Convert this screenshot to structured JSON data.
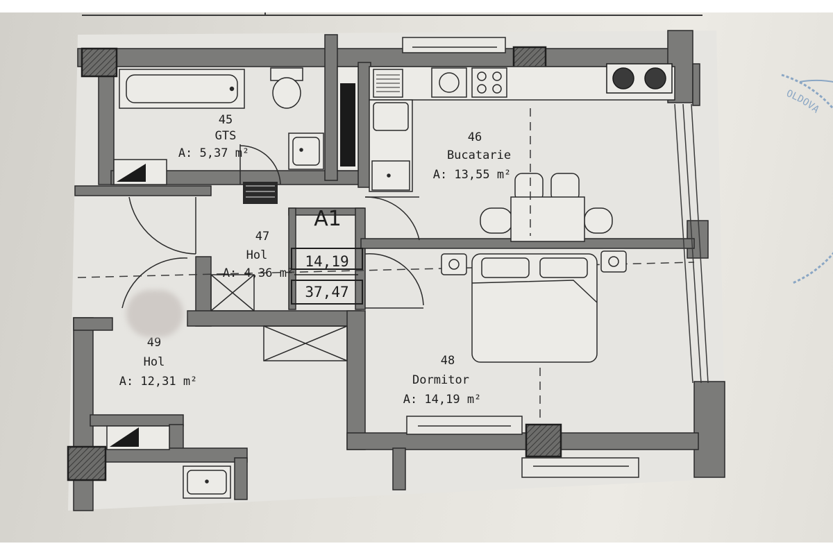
{
  "colors": {
    "wall": "#7b7b79",
    "wall_stroke": "#2a2a2a",
    "floor": "#e6e5e1",
    "ink": "#1d1d1d",
    "stamp": "#8aa6c4"
  },
  "apartment": {
    "code": "A1",
    "area_living": "14,19",
    "area_total": "37,47"
  },
  "rooms": [
    {
      "id": "45",
      "number": "45",
      "name": "GTS",
      "area": "A: 5,37 m²"
    },
    {
      "id": "46",
      "number": "46",
      "name": "Bucatarie",
      "area": "A: 13,55 m²"
    },
    {
      "id": "47",
      "number": "47",
      "name": "Hol",
      "area": "A: 4,36 m²"
    },
    {
      "id": "48",
      "number": "48",
      "name": "Dormitor",
      "area": "A: 14,19 m²"
    },
    {
      "id": "49",
      "number": "49",
      "name": "Hol",
      "area": "A: 12,31 m²"
    }
  ],
  "stamp_text": "OLDOVA",
  "icons": [
    "bathtub-icon",
    "toilet-icon",
    "sink-icon",
    "stove-icon",
    "fridge-icon",
    "dining-table-icon",
    "double-bed-icon",
    "nightstand-icon",
    "window-icon",
    "door-swing-icon"
  ]
}
